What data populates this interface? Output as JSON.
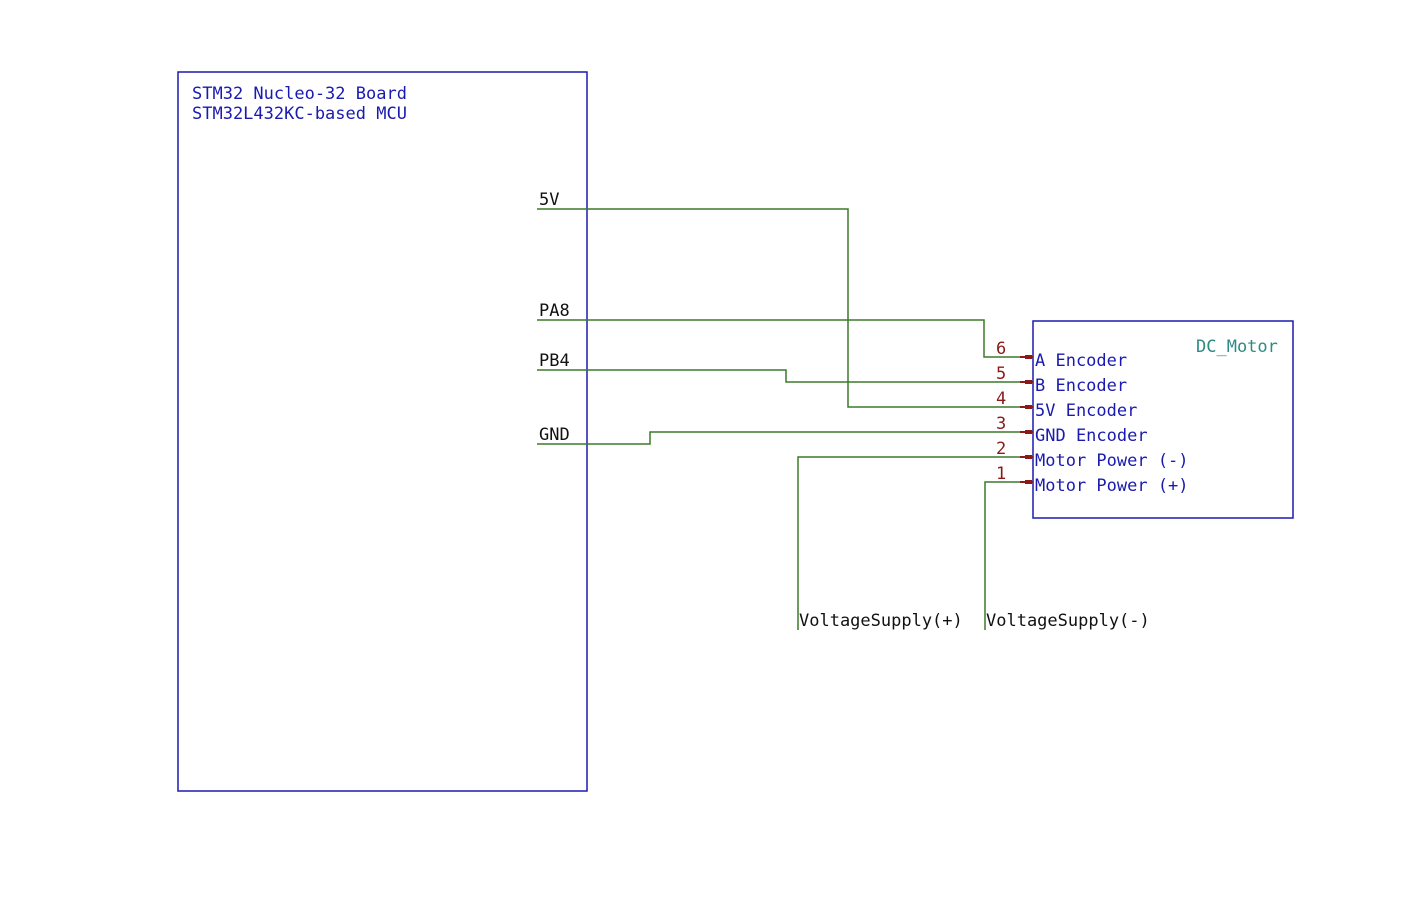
{
  "mcu": {
    "title_line1": "STM32 Nucleo-32 Board",
    "title_line2": "STM32L432KC-based MCU",
    "pins": {
      "p5v": "5V",
      "pa8": "PA8",
      "pb4": "PB4",
      "gnd": "GND"
    }
  },
  "motor": {
    "name": "DC_Motor",
    "pins": [
      {
        "num": "6",
        "label": "A Encoder"
      },
      {
        "num": "5",
        "label": "B Encoder"
      },
      {
        "num": "4",
        "label": "5V Encoder"
      },
      {
        "num": "3",
        "label": "GND Encoder"
      },
      {
        "num": "2",
        "label": "Motor Power (-)"
      },
      {
        "num": "1",
        "label": "Motor Power (+)"
      }
    ]
  },
  "supply": {
    "positive": "VoltageSupply(+)",
    "negative": "VoltageSupply(-)"
  },
  "colors": {
    "component_outline": "#1a1ab0",
    "wire": "#3a7a2a",
    "pin": "#8a1a1a",
    "reference": "#2e8a85"
  }
}
